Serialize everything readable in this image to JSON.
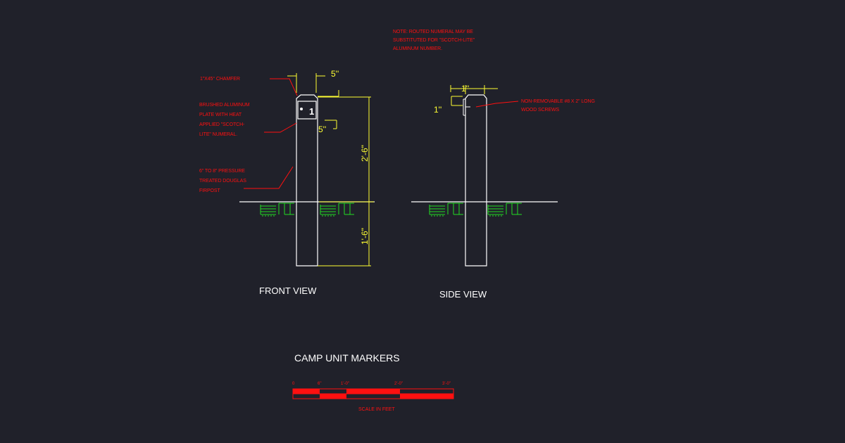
{
  "notes": {
    "routed_numeral": [
      "NOTE: ROUTED NUMERAL MAY BE",
      "SUBSTITUTED FOR \"SCOTCH-LITE\"",
      "ALUMINUM NUMBER."
    ],
    "chamfer": "1\"X45° CHAMFER",
    "plate": [
      "BRUSHED ALUMINUM",
      "PLATE WITH HEAT",
      "APPLIED \"SCOTCH-",
      "LITE\" NUMERAL."
    ],
    "post": [
      "6\" TO 8\" PRESSURE",
      "TREATED DOUGLAS",
      "FIRPOST"
    ],
    "screws": [
      "NON-REMOVABLE #8 X 2\" LONG",
      "WOOD SCREWS"
    ]
  },
  "dimensions": {
    "front_top_width": "5''",
    "front_plate_height": "5''",
    "front_above_grade": "2'-6\"",
    "front_below_grade": "1'-6\"",
    "side_top_width": "1''",
    "side_plate_offset": "1''"
  },
  "plate_numeral": "1",
  "views": {
    "front": "FRONT VIEW",
    "side": "SIDE VIEW"
  },
  "title": "CAMP UNIT MARKERS",
  "scale_bar": {
    "ticks": [
      "0",
      "6\"",
      "1'-0\"",
      "2'-0\"",
      "3'-0\""
    ],
    "label": "SCALE IN FEET"
  },
  "colors": {
    "background": "#20212a",
    "linework": "#ffffff",
    "dimensions": "#ffff33",
    "notes": "#ff1010",
    "earth_hatch": "#22dd22"
  }
}
